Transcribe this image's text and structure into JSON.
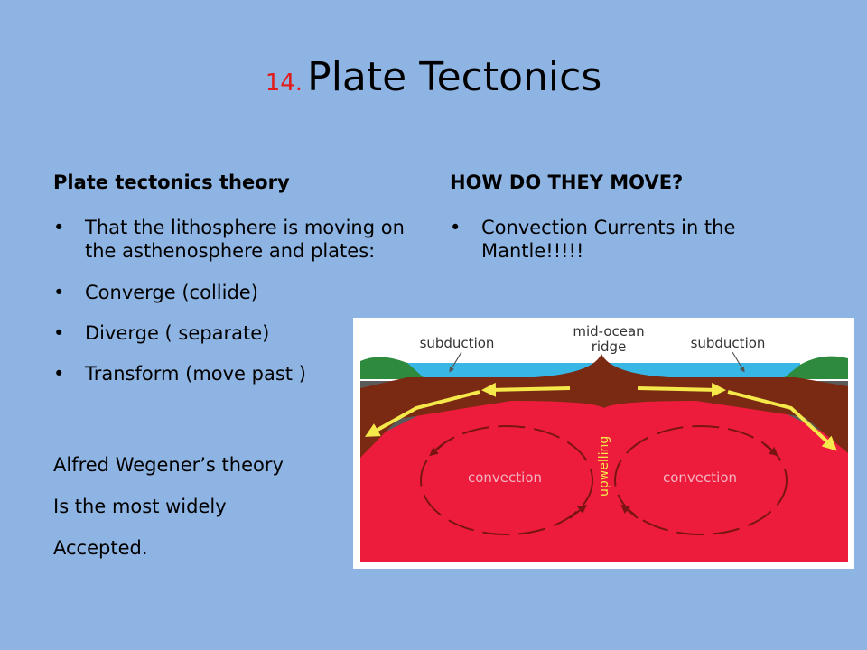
{
  "slide": {
    "title_number": "14.",
    "title_text": "Plate Tectonics",
    "left_heading": "Plate tectonics theory",
    "right_heading": "HOW DO THEY MOVE?",
    "left_bullets": [
      "That the lithosphere is moving on the asthenosphere and plates:",
      "Converge (collide)",
      "Diverge ( separate)",
      "Transform (move past )"
    ],
    "left_lines": [
      "Alfred Wegener’s theory",
      "Is the most widely",
      "Accepted."
    ],
    "right_bullets": [
      "Convection Currents in the Mantle!!!!!"
    ]
  },
  "diagram": {
    "label_subduction_left": "subduction",
    "label_mid_ocean": "mid-ocean",
    "label_ridge": "ridge",
    "label_subduction_right": "subduction",
    "label_upwelling": "upwelling",
    "label_convection_left": "convection",
    "label_convection_right": "convection"
  },
  "colors": {
    "background": "#8eb4e3",
    "title_number": "#e21b1b",
    "mantle": "#ee1c3c",
    "crust": "#7a2a12",
    "ocean": "#38b7e6",
    "land": "#2e8b3e",
    "arrow_yellow": "#f5e84a"
  }
}
